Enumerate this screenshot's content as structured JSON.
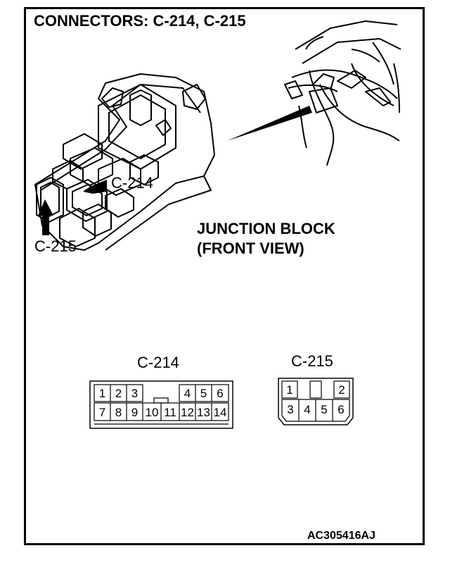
{
  "title": "CONNECTORS: C-214, C-215",
  "junction_block": {
    "line1": "JUNCTION BLOCK",
    "line2": "(FRONT VIEW)"
  },
  "callouts": {
    "c214": "C-214",
    "c215": "C-215"
  },
  "connector_c214": {
    "label": "C-214",
    "top_row": [
      "1",
      "2",
      "3",
      "",
      "4",
      "5",
      "6"
    ],
    "bottom_row": [
      "7",
      "8",
      "9",
      "10",
      "11",
      "12",
      "13",
      "14"
    ]
  },
  "connector_c215": {
    "label": "C-215",
    "top_row": [
      "1",
      "",
      "2"
    ],
    "bottom_row": [
      "3",
      "4",
      "5",
      "6"
    ]
  },
  "figure_code": "AC305416AJ"
}
